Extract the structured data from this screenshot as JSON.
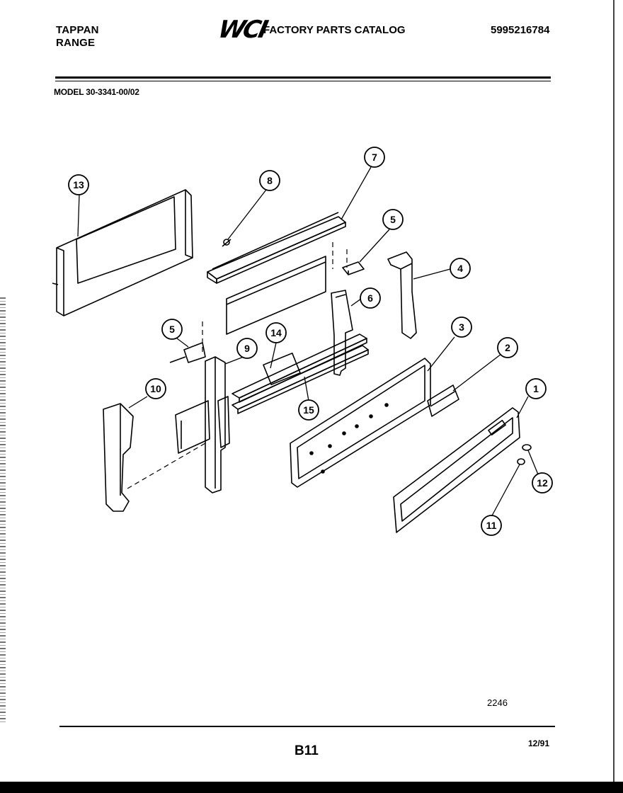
{
  "header": {
    "brand_line1": "TAPPAN",
    "brand_line2": "RANGE",
    "logo": "WCI",
    "catalog_title": "FACTORY PARTS CATALOG",
    "part_number": "5995216784"
  },
  "model": "MODEL 30-3341-00/02",
  "callouts": [
    "13",
    "8",
    "7",
    "5",
    "4",
    "6",
    "5",
    "14",
    "9",
    "3",
    "2",
    "10",
    "1",
    "15",
    "12",
    "11"
  ],
  "footer": {
    "drawing_number": "2246",
    "page": "B11",
    "date": "12/91"
  }
}
